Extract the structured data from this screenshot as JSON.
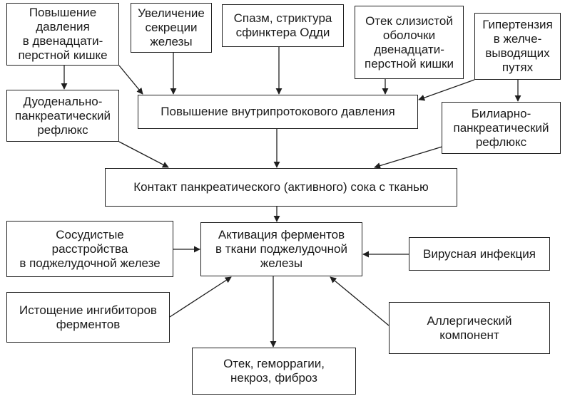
{
  "diagram": {
    "boxes": {
      "duodenal_pressure": "Повышение\nдавления\nв двенадцати-\nперстной кишке",
      "secretion": "Увеличение\nсекреции\nжелезы",
      "spasm": "Спазм, стриктура\nсфинктера Одди",
      "edema_mucosa": "Отек слизистой\nоболочки\nдвенадцати-\nперстной кишки",
      "hypertension": "Гипертензия\nв желче-\nвыводящих\nпутях",
      "duodenal_reflux": "Дуоденально-\nпанкреатический\nрефлюкс",
      "intraductal": "Повышение внутрипротокового давления",
      "biliary_reflux": "Билиарно-\nпанкреатический\nрефлюкс",
      "contact": "Контакт панкреатического (активного) сока с тканью",
      "vascular": "Сосудистые\nрасстройства\nв поджелудочной железе",
      "activation": "Активация ферментов\nв ткани поджелудочной\nжелезы",
      "viral": "Вирусная инфекция",
      "inhibitors": "Истощение ингибиторов\nферментов",
      "allergic": "Аллергический\nкомпонент",
      "outcome": "Отек, геморрагии,\nнекроз, фиброз"
    },
    "colors": {
      "line": "#1f1f1f",
      "box_border": "#1f1f1f",
      "background": "#ffffff"
    }
  }
}
